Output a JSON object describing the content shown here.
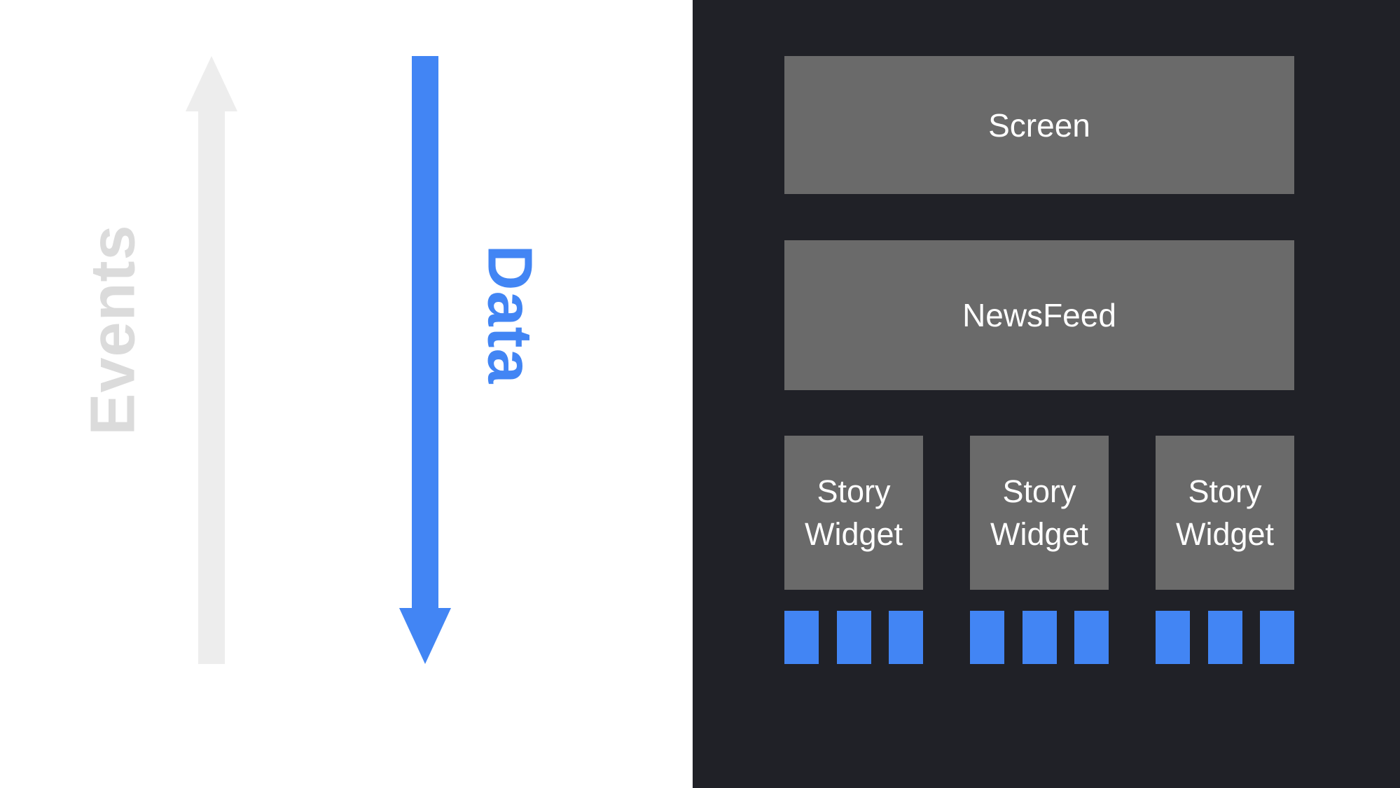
{
  "left_panel": {
    "events_label": "Events",
    "data_label": "Data",
    "colors": {
      "background": "#ffffff",
      "events_arrow": "#ededed",
      "events_text": "#dbdbdb",
      "data_arrow": "#4285f4",
      "data_text": "#4285f4"
    }
  },
  "right_panel": {
    "screen_label": "Screen",
    "newsfeed_label": "NewsFeed",
    "story_widget_label": "Story Widget",
    "story_widget_count": 3,
    "data_squares_per_widget": 3,
    "colors": {
      "background": "#202127",
      "box_fill": "#6a6a6a",
      "box_text": "#ffffff",
      "data_square": "#4285f4"
    }
  }
}
